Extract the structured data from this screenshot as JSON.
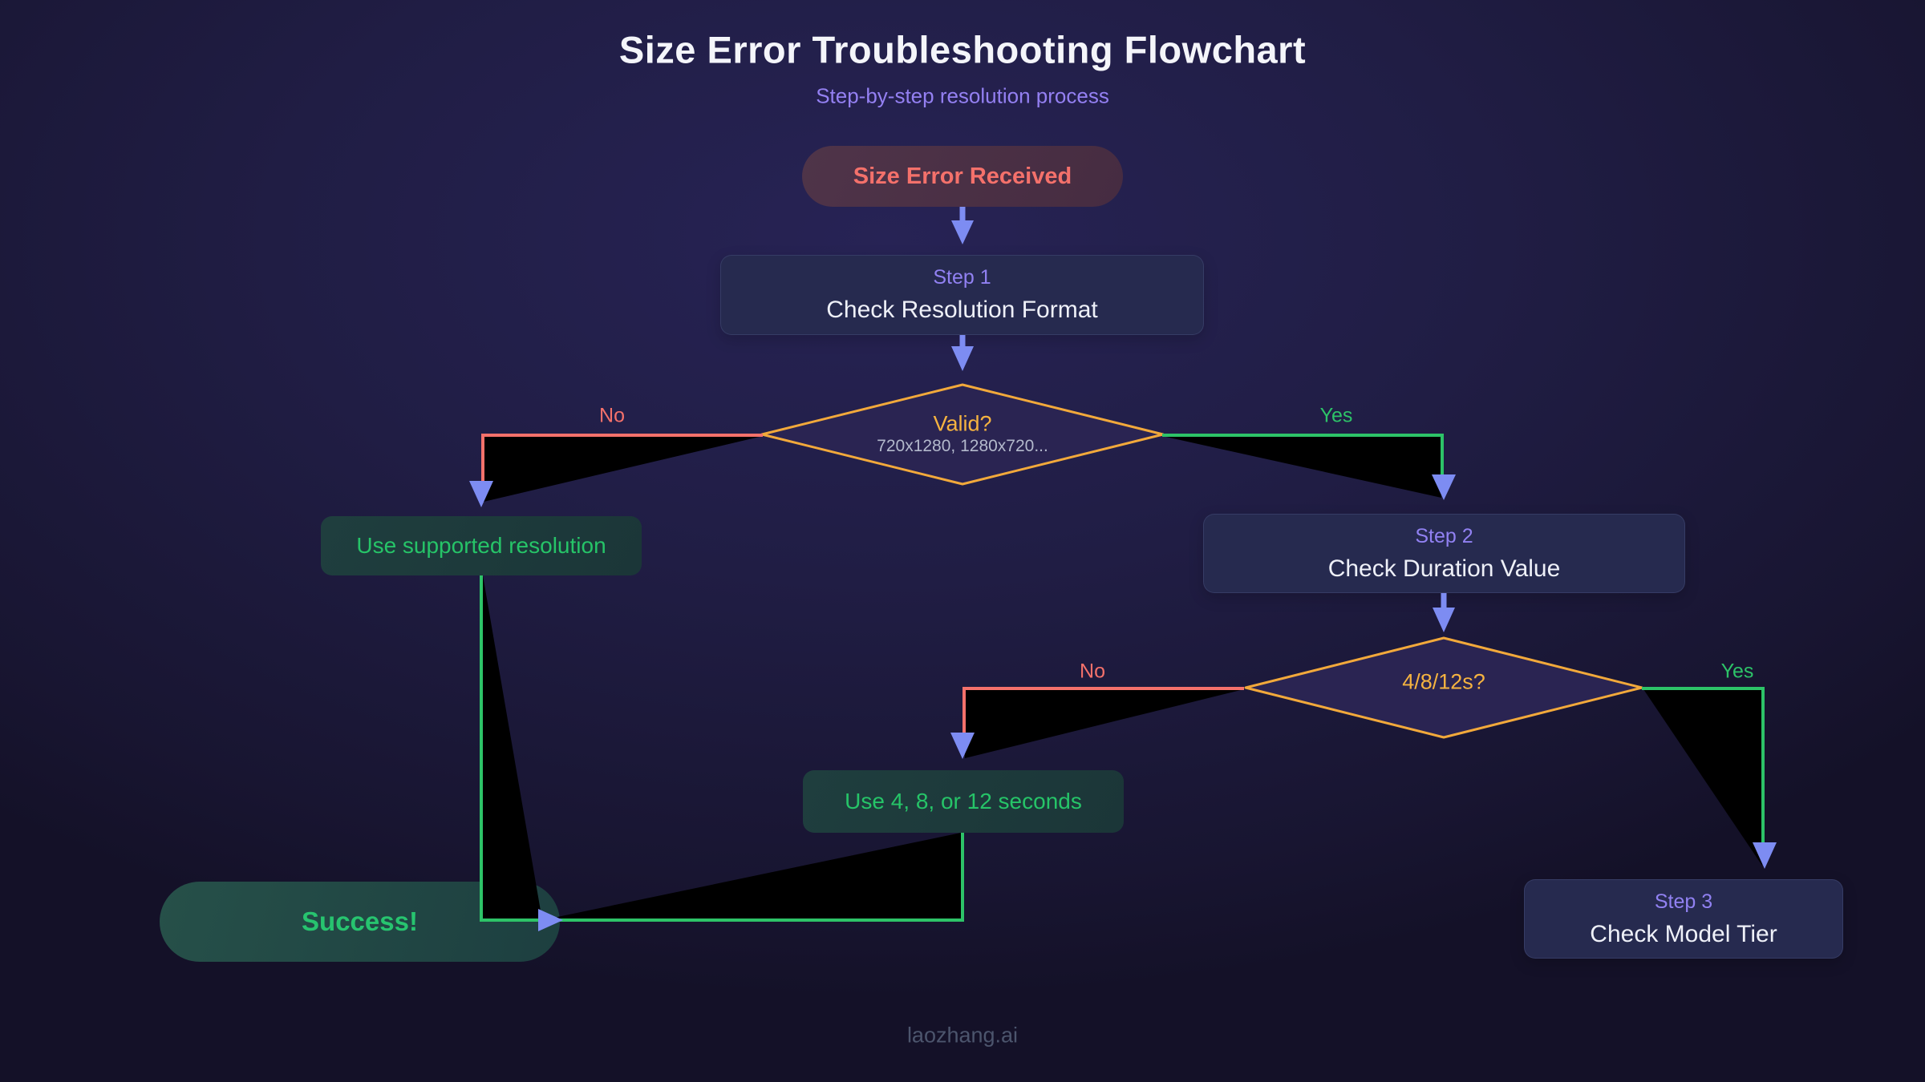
{
  "header": {
    "title": "Size Error Troubleshooting Flowchart",
    "subtitle": "Step-by-step resolution process"
  },
  "footer": {
    "watermark": "laozhang.ai"
  },
  "nodes": {
    "start": {
      "label": "Size Error Received"
    },
    "step1": {
      "eyebrow": "Step 1",
      "label": "Check Resolution Format"
    },
    "decision1": {
      "question": "Valid?",
      "hint": "720x1280, 1280x720..."
    },
    "fix1": {
      "label": "Use supported resolution"
    },
    "step2": {
      "eyebrow": "Step 2",
      "label": "Check Duration Value"
    },
    "decision2": {
      "question": "4/8/12s?"
    },
    "fix2": {
      "label": "Use 4, 8, or 12 seconds"
    },
    "step3": {
      "eyebrow": "Step 3",
      "label": "Check Model Tier"
    },
    "success": {
      "label": "Success!"
    }
  },
  "edges": {
    "decision1": {
      "no": "No",
      "yes": "Yes"
    },
    "decision2": {
      "no": "No",
      "yes": "Yes"
    }
  },
  "colors": {
    "background": "#1e1b40",
    "error_red": "#f4716b",
    "success_green": "#2dc368",
    "warning_amber": "#f2a93b",
    "arrow_blue": "#7d8cf2",
    "accent_purple": "#9181f2",
    "node_navy": "#262a4f",
    "node_teal": "#1d3a3c",
    "connector_fill": "#000000"
  }
}
